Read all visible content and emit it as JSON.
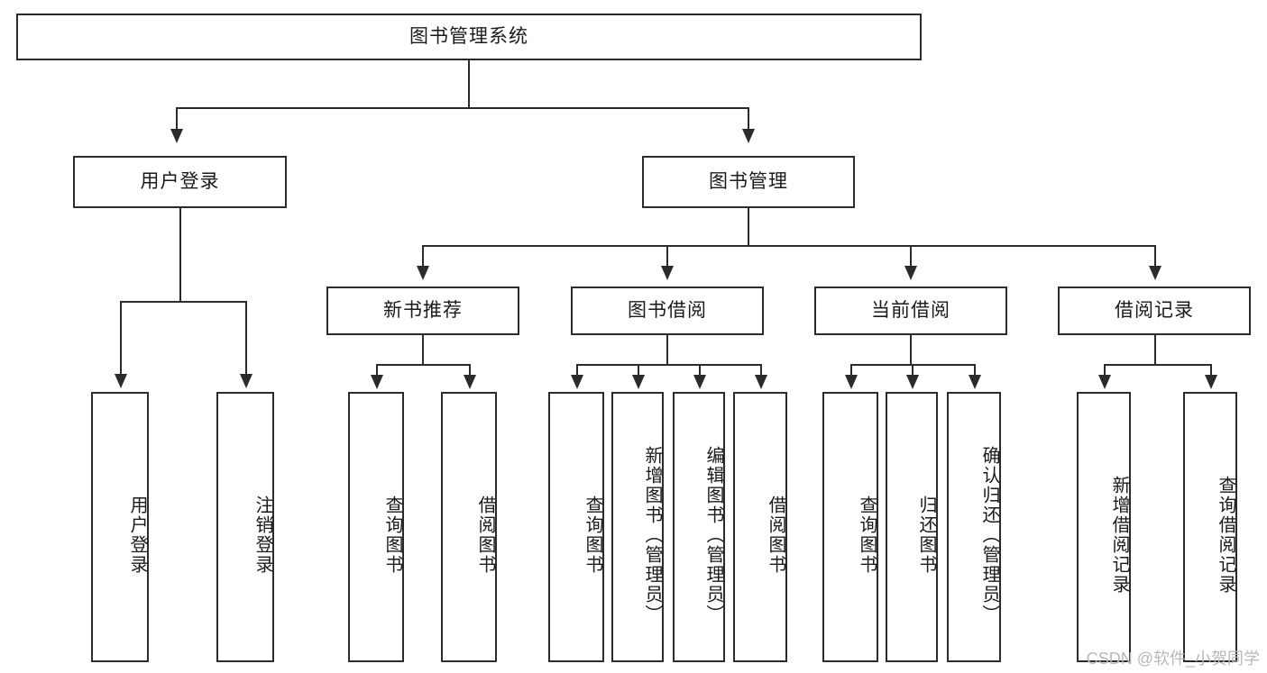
{
  "diagram": {
    "type": "tree-hierarchy",
    "title": "图书管理系统",
    "watermark": "CSDN @软件_小贺同学",
    "colors": {
      "stroke": "#2b2b2b",
      "fill": "#ffffff",
      "text": "#1a1a1a",
      "watermark": "#b8b8b8"
    },
    "levels": {
      "root": "图书管理系统",
      "level2": [
        "用户登录",
        "图书管理"
      ],
      "level3": [
        "新书推荐",
        "图书借阅",
        "当前借阅",
        "借阅记录"
      ],
      "level4": [
        "用户登录",
        "注销登录",
        "查询图书",
        "借阅图书",
        "查询图书",
        "新增图书（管理员）",
        "编辑图书（管理员）",
        "借阅图书",
        "查询图书",
        "归还图书",
        "确认归还（管理员）",
        "新增借阅记录",
        "查询借阅记录"
      ]
    },
    "nodes": {
      "root": {
        "label": "图书管理系统"
      },
      "user_login": {
        "label": "用户登录"
      },
      "book_mgmt": {
        "label": "图书管理"
      },
      "new_book_rec": {
        "label": "新书推荐"
      },
      "book_borrow": {
        "label": "图书借阅"
      },
      "current_borrow": {
        "label": "当前借阅"
      },
      "borrow_record": {
        "label": "借阅记录"
      },
      "leaf_user_login": {
        "label": "用户登录"
      },
      "leaf_logout": {
        "label": "注销登录"
      },
      "leaf_query_book_1": {
        "label": "查询图书"
      },
      "leaf_borrow_book_1": {
        "label": "借阅图书"
      },
      "leaf_query_book_2": {
        "label": "查询图书"
      },
      "leaf_add_book": {
        "label": "新增图书（管理员）"
      },
      "leaf_edit_book": {
        "label": "编辑图书（管理员）"
      },
      "leaf_borrow_book_2": {
        "label": "借阅图书"
      },
      "leaf_query_book_3": {
        "label": "查询图书"
      },
      "leaf_return_book": {
        "label": "归还图书"
      },
      "leaf_confirm_return": {
        "label": "确认归还（管理员）"
      },
      "leaf_add_record": {
        "label": "新增借阅记录"
      },
      "leaf_query_record": {
        "label": "查询借阅记录"
      }
    },
    "edges": [
      {
        "from": "root",
        "to": "user_login"
      },
      {
        "from": "root",
        "to": "book_mgmt"
      },
      {
        "from": "user_login",
        "to": "leaf_user_login"
      },
      {
        "from": "user_login",
        "to": "leaf_logout"
      },
      {
        "from": "book_mgmt",
        "to": "new_book_rec"
      },
      {
        "from": "book_mgmt",
        "to": "book_borrow"
      },
      {
        "from": "book_mgmt",
        "to": "current_borrow"
      },
      {
        "from": "book_mgmt",
        "to": "borrow_record"
      },
      {
        "from": "new_book_rec",
        "to": "leaf_query_book_1"
      },
      {
        "from": "new_book_rec",
        "to": "leaf_borrow_book_1"
      },
      {
        "from": "book_borrow",
        "to": "leaf_query_book_2"
      },
      {
        "from": "book_borrow",
        "to": "leaf_add_book"
      },
      {
        "from": "book_borrow",
        "to": "leaf_edit_book"
      },
      {
        "from": "book_borrow",
        "to": "leaf_borrow_book_2"
      },
      {
        "from": "current_borrow",
        "to": "leaf_query_book_3"
      },
      {
        "from": "current_borrow",
        "to": "leaf_return_book"
      },
      {
        "from": "current_borrow",
        "to": "leaf_confirm_return"
      },
      {
        "from": "borrow_record",
        "to": "leaf_add_record"
      },
      {
        "from": "borrow_record",
        "to": "leaf_query_record"
      }
    ]
  }
}
